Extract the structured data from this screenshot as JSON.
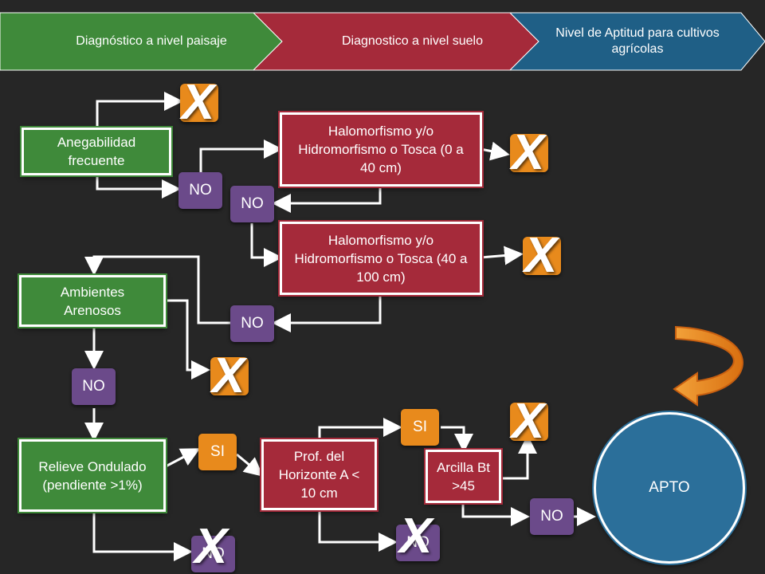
{
  "header": {
    "step1": "Diagnóstico a nivel paisaje",
    "step2": "Diagnostico a nivel suelo",
    "step3": "Nivel de Aptitud para cultivos agrícolas"
  },
  "nodes": {
    "anegabilidad": "Anegabilidad frecuente",
    "halo1": "Halomorfismo y/o Hidromorfismo o Tosca (0 a 40 cm)",
    "halo2": "Halomorfismo y/o Hidromorfismo o Tosca (40 a 100 cm)",
    "ambientes": "Ambientes Arenosos",
    "relieve": "Relieve Ondulado (pendiente >1%)",
    "prof": "Prof. del Horizonte  A < 10 cm",
    "arcilla": "Arcilla Bt >45",
    "apto": "APTO"
  },
  "labels": {
    "no": "NO",
    "si": "SI",
    "x": "X"
  },
  "colors": {
    "green": "#3f8a3a",
    "red": "#a52a3a",
    "blue": "#1f5f86",
    "purple": "#6b4a8a",
    "orange": "#e88a1c"
  }
}
